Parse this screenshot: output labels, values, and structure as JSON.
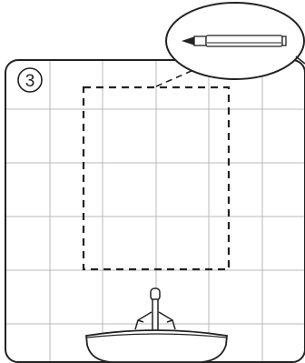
{
  "figure": {
    "step_number": "3",
    "elements": [
      {
        "name": "tiled-wall",
        "kind": "grid of square tiles"
      },
      {
        "name": "mirror-placement-outline",
        "kind": "dashed rectangle"
      },
      {
        "name": "pencil-callout",
        "kind": "magnified inset showing a marking pencil"
      },
      {
        "name": "washbasin",
        "kind": "sink"
      },
      {
        "name": "faucet",
        "kind": "tap"
      }
    ],
    "colors": {
      "line": "#222222",
      "grid": "#b5b5b5",
      "background": "#ffffff"
    }
  }
}
